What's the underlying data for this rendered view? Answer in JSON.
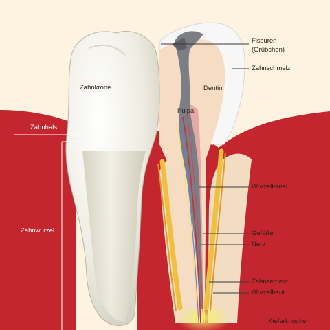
{
  "labels": {
    "zahnkrone": "Zahnkrone",
    "zahnhals": "Zahnhals",
    "zahnwurzel": "Zahnwurzel",
    "fissuren_line1": "Fissuren",
    "fissuren_line2": "(Grübchen)",
    "zahnschmelz": "Zahnschmelz",
    "dentin": "Dentin",
    "pulpa": "Pulpa",
    "wurzelkanal": "Wurzelkanal",
    "gefaesse": "Gefäße",
    "nerv": "Nerv",
    "zahnzement": "Zahnzement",
    "wurzelhaut": "Wurzelhaut",
    "kieferknochen": "Kieferknochen"
  },
  "colors": {
    "background": "#fdf3e0",
    "gum": "#c3262e",
    "bone": "#f2dcc2",
    "enamel": "#f7f7f8",
    "dentin": "#f5dcc2",
    "pulp": "#7c7e86",
    "cementum": "#efc040",
    "leader_line": "#3a3a3a"
  }
}
